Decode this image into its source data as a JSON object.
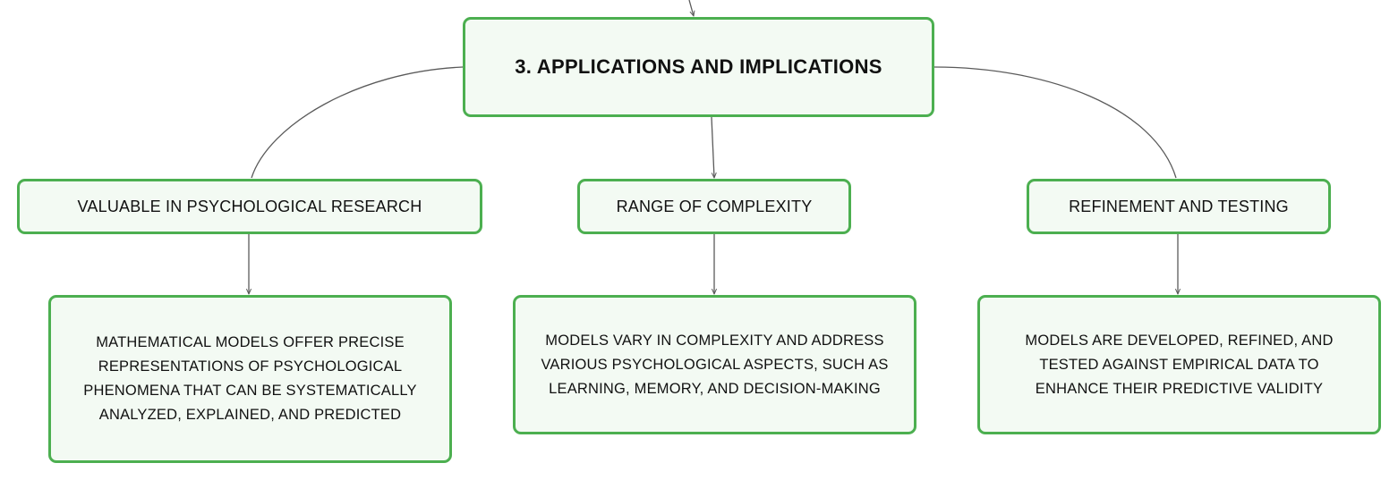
{
  "root": {
    "title": "3. APPLICATIONS AND IMPLICATIONS"
  },
  "branches": [
    {
      "label": "VALUABLE IN PSYCHOLOGICAL RESEARCH",
      "detail": "MATHEMATICAL MODELS OFFER PRECISE REPRESENTATIONS OF PSYCHOLOGICAL PHENOMENA THAT CAN BE SYSTEMATICALLY ANALYZED, EXPLAINED, AND PREDICTED"
    },
    {
      "label": "RANGE OF COMPLEXITY",
      "detail": "MODELS VARY IN COMPLEXITY AND ADDRESS VARIOUS PSYCHOLOGICAL ASPECTS, SUCH AS LEARNING, MEMORY, AND DECISION-MAKING"
    },
    {
      "label": "REFINEMENT AND TESTING",
      "detail": "MODELS ARE DEVELOPED, REFINED, AND TESTED AGAINST EMPIRICAL DATA TO ENHANCE THEIR PREDICTIVE VALIDITY"
    }
  ],
  "colors": {
    "node_border": "#4caf50",
    "node_fill": "#f3faf3",
    "connector": "#5a5a5a",
    "text": "#111111"
  }
}
